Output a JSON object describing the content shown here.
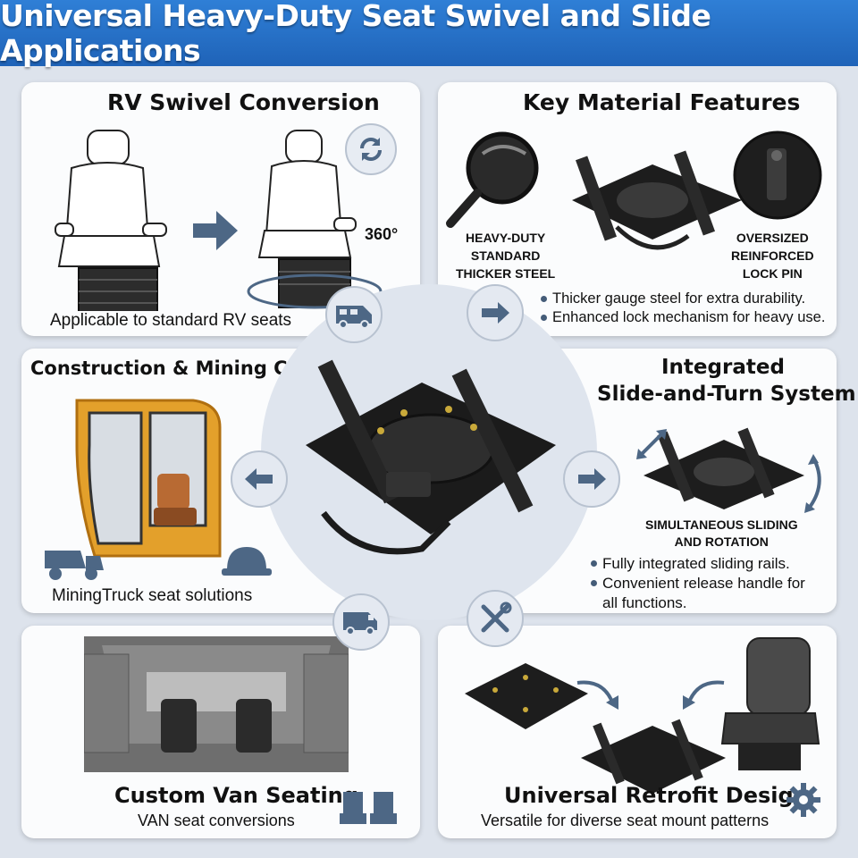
{
  "header": {
    "title": "Universal Heavy-Duty Seat Swivel and Slide Applications"
  },
  "rv": {
    "title": "RV Swivel Conversion",
    "rotation_label": "360°",
    "caption": "Applicable to standard RV seats"
  },
  "material": {
    "title": "Key Material Features",
    "callout_left": [
      "HEAVY-DUTY",
      "STANDARD",
      "THICKER STEEL"
    ],
    "callout_right": [
      "OVERSIZED",
      "REINFORCED",
      "LOCK PIN"
    ],
    "bullets": [
      "Thicker gauge steel for extra durability.",
      "Enhanced lock mechanism for heavy use."
    ]
  },
  "construction": {
    "title": "Construction & Mining Cab",
    "caption": "MiningTruck seat solutions"
  },
  "integrated": {
    "title_line1": "Integrated",
    "title_line2": "Slide-and-Turn System",
    "sub_line1": "SIMULTANEOUS SLIDING",
    "sub_line2": "AND ROTATION",
    "bullets": [
      "Fully integrated sliding rails.",
      "Convenient release handle for",
      "all functions."
    ]
  },
  "van": {
    "title": "Custom Van Seating",
    "caption": "VAN seat conversions"
  },
  "retrofit": {
    "title": "Universal Retrofit Design",
    "caption": "Versatile for diverse seat mount patterns"
  },
  "colors": {
    "banner": "#2f7fd6",
    "card": "#fbfcfd",
    "background": "#dde3ec",
    "icon": "#4d6785",
    "cab": "#e3a02b"
  },
  "icons": [
    "rotate-icon",
    "rv-icon",
    "arrow-right-icon",
    "arrow-left-icon",
    "van-icon",
    "wrench-icon",
    "dump-truck-icon",
    "hard-hat-icon",
    "seat-pair-icon",
    "gear-icon"
  ]
}
